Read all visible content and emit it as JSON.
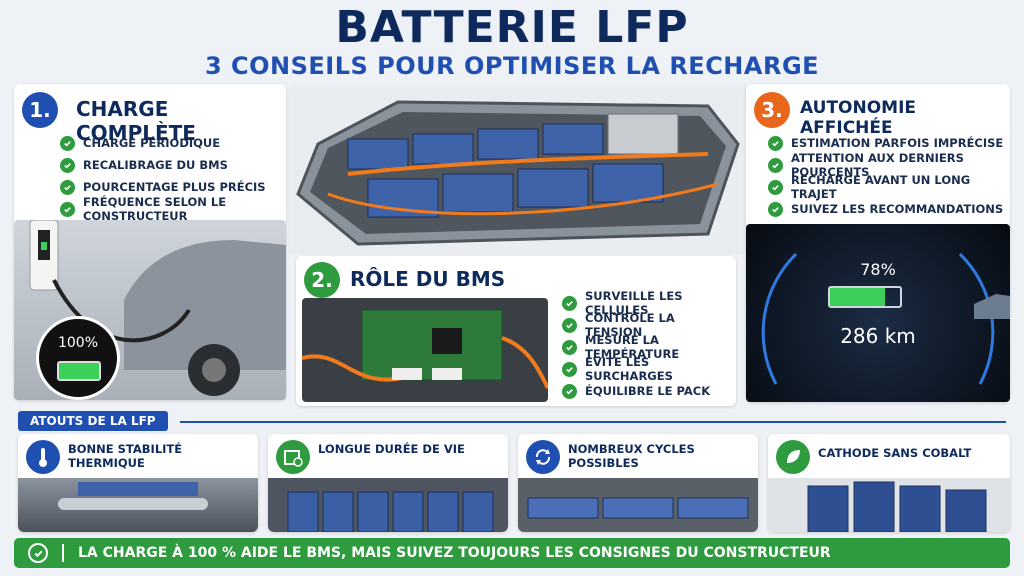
{
  "header": {
    "title": "BATTERIE LFP",
    "subtitle": "3 CONSEILS POUR OPTIMISER LA RECHARGE"
  },
  "section1": {
    "number": "1.",
    "title": "CHARGE COMPLÈTE",
    "items": [
      "CHARGE PÉRIODIQUE",
      "RECALIBRAGE DU BMS",
      "POURCENTAGE PLUS PRÉCIS",
      "FRÉQUENCE SELON LE CONSTRUCTEUR"
    ],
    "battery_level": "100%",
    "battery_fill": 1.0
  },
  "section2": {
    "number": "2.",
    "title": "RÔLE DU BMS",
    "items": [
      "SURVEILLE LES CELLULES",
      "CONTRÔLE LA TENSION",
      "MESURE LA TEMPÉRATURE",
      "ÉVITE LES SURCHARGES",
      "ÉQUILIBRE LE PACK"
    ]
  },
  "section3": {
    "number": "3.",
    "title": "AUTONOMIE AFFICHÉE",
    "items": [
      "ESTIMATION PARFOIS IMPRÉCISE",
      "ATTENTION AUX DERNIERS POURCENTS",
      "RECHARGE AVANT UN LONG TRAJET",
      "SUIVEZ LES RECOMMANDATIONS"
    ],
    "dashboard_percent": "78%",
    "dashboard_fill": 0.78,
    "dashboard_range": "286 km"
  },
  "atouts": {
    "label": "ATOUTS DE LA LFP",
    "items": [
      {
        "text": "BONNE STABILITÉ THERMIQUE",
        "icon": "thermometer-icon"
      },
      {
        "text": "LONGUE DURÉE DE VIE",
        "icon": "calendar-clock-icon"
      },
      {
        "text": "NOMBREUX CYCLES POSSIBLES",
        "icon": "cycle-arrows-icon"
      },
      {
        "text": "CATHODE SANS COBALT",
        "icon": "leaf-icon"
      }
    ]
  },
  "footer": {
    "text": "LA CHARGE À 100 % AIDE LE BMS, MAIS SUIVEZ TOUJOURS LES CONSIGNES DU CONSTRUCTEUR"
  },
  "colors": {
    "navy": "#0e2a5c",
    "blue": "#1f4fb0",
    "green": "#2e9b3f",
    "orange": "#e8671c"
  }
}
